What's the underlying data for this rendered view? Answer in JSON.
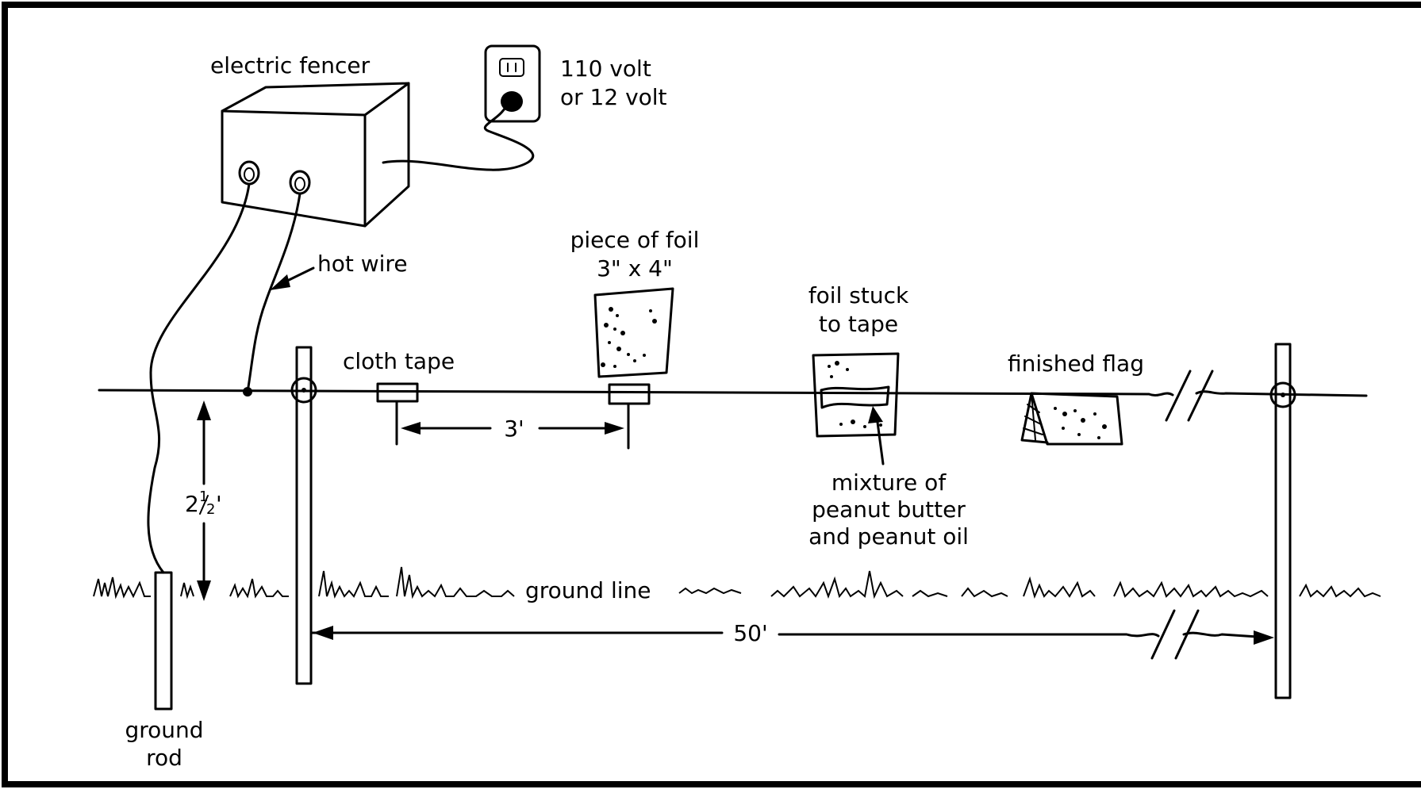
{
  "labels": {
    "electric_fencer": "electric fencer",
    "voltage_line1": "110 volt",
    "voltage_line2": "or 12 volt",
    "hot_wire": "hot wire",
    "piece_of_foil_line1": "piece of foil",
    "piece_of_foil_line2": "3\" x 4\"",
    "cloth_tape": "cloth tape",
    "foil_stuck_line1": "foil stuck",
    "foil_stuck_line2": "to tape",
    "finished_flag": "finished flag",
    "spacing_3ft": "3'",
    "height_main": "2",
    "height_fraction_num": "1",
    "height_fraction_den": "2",
    "height_unit": "'",
    "mixture_line1": "mixture of",
    "mixture_line2": "peanut butter",
    "mixture_line3": "and peanut oil",
    "ground_line": "ground line",
    "distance_50ft": "50'",
    "ground_rod_line1": "ground",
    "ground_rod_line2": "rod"
  }
}
